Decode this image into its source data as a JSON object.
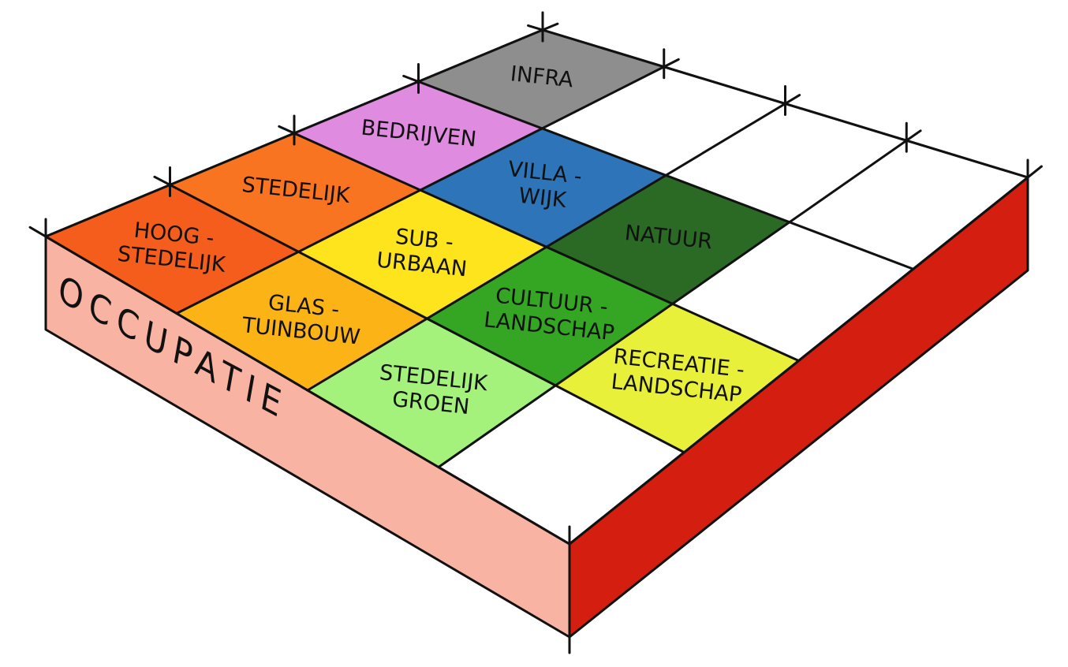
{
  "side_label": "OCCUPATIE",
  "colors": {
    "line": "#111111",
    "front_face": "#f9b3a3",
    "right_face": "#d41f10",
    "top_default": "#ffffff"
  },
  "cells": [
    {
      "id": "infra",
      "row": 0,
      "col": 0,
      "lines": [
        "INFRA"
      ],
      "color": "#8e8e8e"
    },
    {
      "id": "bedrijven",
      "row": 0,
      "col": 1,
      "lines": [
        "BEDRIJVEN"
      ],
      "color": "#df8ce0"
    },
    {
      "id": "stedelijk",
      "row": 0,
      "col": 2,
      "lines": [
        "STEDELIJK"
      ],
      "color": "#f97420"
    },
    {
      "id": "hoog-stedelijk",
      "row": 0,
      "col": 3,
      "lines": [
        "HOOG -",
        "STEDELIJK"
      ],
      "color": "#f45d1c"
    },
    {
      "id": "villa-wijk",
      "row": 1,
      "col": 1,
      "lines": [
        "VILLA -",
        "WIJK"
      ],
      "color": "#2e74b8"
    },
    {
      "id": "sub-urbaan",
      "row": 1,
      "col": 2,
      "lines": [
        "SUB -",
        "URBAAN"
      ],
      "color": "#fde41c"
    },
    {
      "id": "glas-tuinbouw",
      "row": 1,
      "col": 3,
      "lines": [
        "GLAS -",
        "TUINBOUW"
      ],
      "color": "#fcb315"
    },
    {
      "id": "natuur",
      "row": 2,
      "col": 1,
      "lines": [
        "NATUUR"
      ],
      "color": "#2b6a25"
    },
    {
      "id": "cultuur-landschap",
      "row": 2,
      "col": 2,
      "lines": [
        "CULTUUR -",
        "LANDSCHAP"
      ],
      "color": "#34a623"
    },
    {
      "id": "stedelijk-groen",
      "row": 2,
      "col": 3,
      "lines": [
        "STEDELIJK",
        "GROEN"
      ],
      "color": "#a4f17c"
    },
    {
      "id": "recreatie-landschap",
      "row": 3,
      "col": 2,
      "lines": [
        "RECREATIE -",
        "LANDSCHAP"
      ],
      "color": "#e8f03a"
    }
  ]
}
